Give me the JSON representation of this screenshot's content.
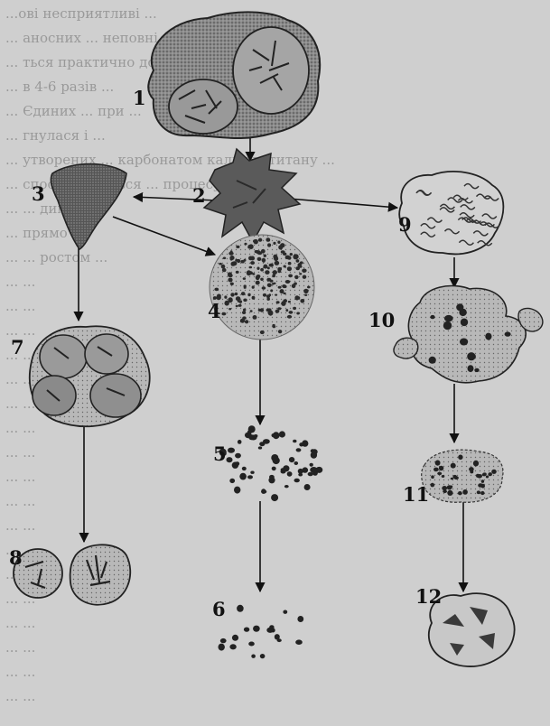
{
  "background_text": [
    "...ові несприятливі ... ",
    "... аносних ... неповні ... справленості ... ",
    "... ться практично до ... стану ... ",
    "... в 4-6 разів ... ",
    "... Єдиних ... при ... ",
    "... гнулася і ... ",
    "... утворених ... карбонатом кальцію титану ...",
    "... спостерігаються ... процесу ... ",
    "... ... дим ... ",
    "... прямо ... ",
    "... ... ростом ... ",
    "... ... ",
    "... ... ",
    "... ... ",
    "... ... ",
    "... ... ",
    "... ... ",
    "... ... ",
    "... ... ",
    "... ... ",
    "... ... ",
    "... ... ",
    "... ... ",
    "... ... ",
    "... ... ",
    "... ... ",
    "... ... ",
    "... ... ",
    "... ... "
  ],
  "stages": [
    {
      "id": "stage-1",
      "label": "1"
    },
    {
      "id": "stage-2",
      "label": "2"
    },
    {
      "id": "stage-3",
      "label": "3"
    },
    {
      "id": "stage-4",
      "label": "4"
    },
    {
      "id": "stage-5",
      "label": "5"
    },
    {
      "id": "stage-6",
      "label": "6"
    },
    {
      "id": "stage-7",
      "label": "7"
    },
    {
      "id": "stage-8",
      "label": "8"
    },
    {
      "id": "stage-9",
      "label": "9"
    },
    {
      "id": "stage-10",
      "label": "10"
    },
    {
      "id": "stage-11",
      "label": "11"
    },
    {
      "id": "stage-12",
      "label": "12"
    }
  ]
}
